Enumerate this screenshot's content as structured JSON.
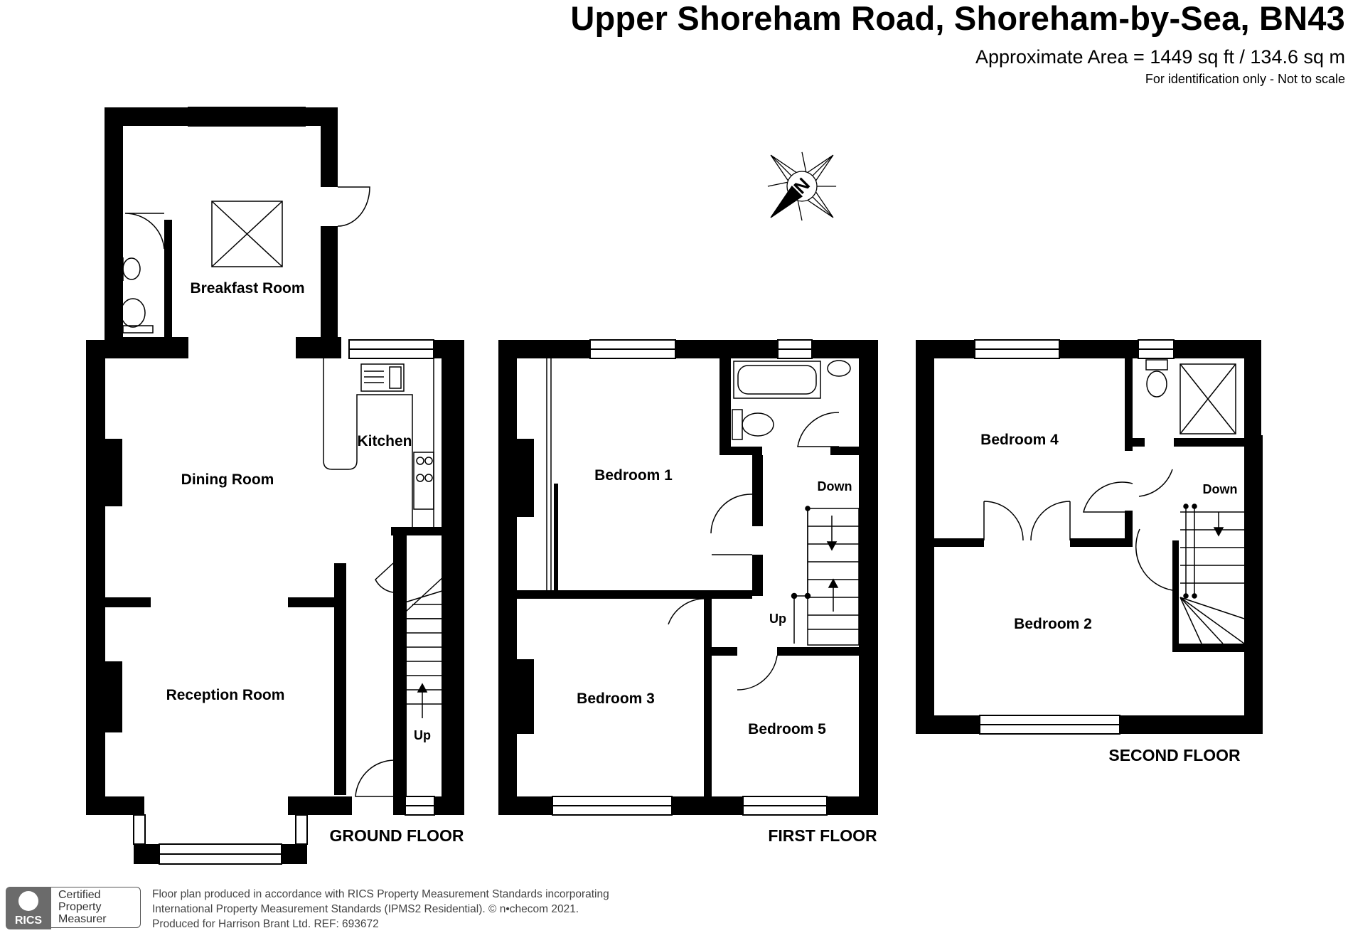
{
  "header": {
    "title": "Upper Shoreham Road, Shoreham-by-Sea, BN43",
    "area": "Approximate Area = 1449 sq ft / 134.6 sq m",
    "note": "For identification only - Not to scale"
  },
  "compass": {
    "letter": "N"
  },
  "floors": {
    "ground": {
      "label": "GROUND FLOOR",
      "rooms": {
        "breakfast": "Breakfast Room",
        "dining": "Dining Room",
        "kitchen": "Kitchen",
        "reception": "Reception Room"
      },
      "stairs": "Up"
    },
    "first": {
      "label": "FIRST FLOOR",
      "rooms": {
        "bedroom1": "Bedroom 1",
        "bedroom3": "Bedroom 3",
        "bedroom5": "Bedroom 5"
      },
      "stairs_down": "Down",
      "stairs_up": "Up"
    },
    "second": {
      "label": "SECOND FLOOR",
      "rooms": {
        "bedroom4": "Bedroom 4",
        "bedroom2": "Bedroom 2"
      },
      "stairs_down": "Down"
    }
  },
  "badge": {
    "logo_text": "RICS",
    "line1": "Certified",
    "line2": "Property",
    "line3": "Measurer"
  },
  "footer": {
    "line1": "Floor plan produced in accordance with RICS Property Measurement Standards incorporating",
    "line2": "International Property Measurement Standards (IPMS2 Residential).   © n•checom 2021.",
    "line3": "Produced for Harrison Brant Ltd.   REF:  693672"
  }
}
